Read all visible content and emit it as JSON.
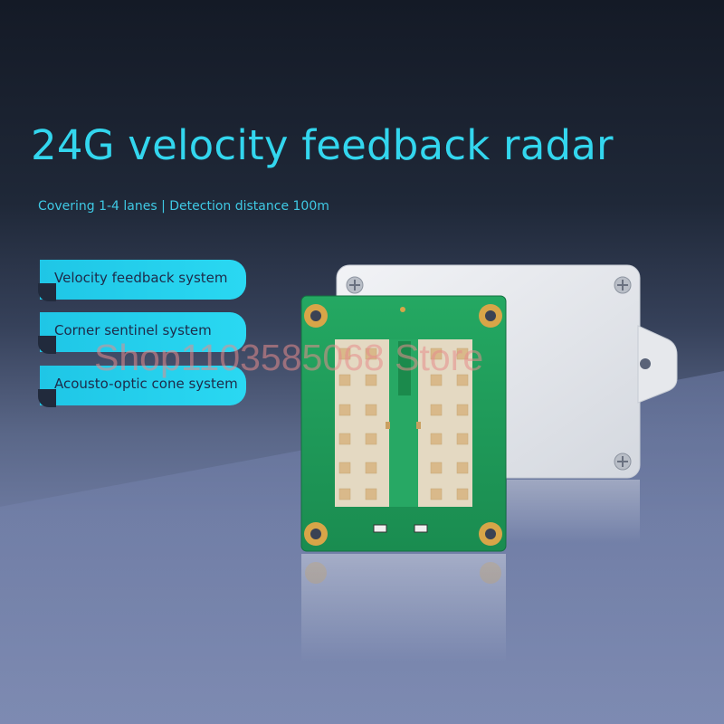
{
  "title": "24G velocity feedback radar",
  "subtitle": "Covering 1-4 lanes | Detection distance 100m",
  "features": [
    {
      "label": "Velocity feedback system"
    },
    {
      "label": "Corner sentinel system"
    },
    {
      "label": "Acousto-optic cone system"
    }
  ],
  "watermark": "Shop1103585068 Store",
  "colors": {
    "accent": "#2ad8f2",
    "title": "#33d6ee",
    "pcb": "#1f9e5a",
    "enclosure": "#e8eaee"
  }
}
